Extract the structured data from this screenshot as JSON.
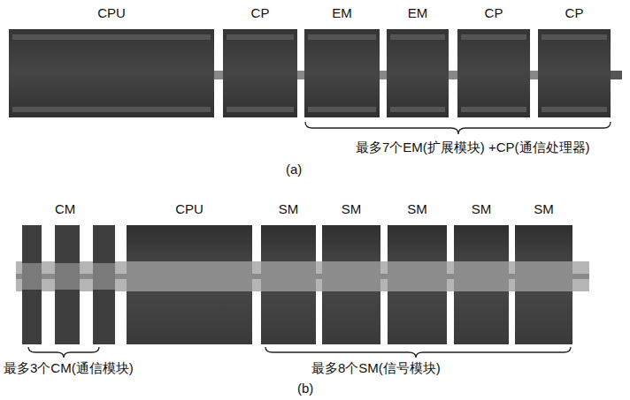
{
  "diagram": {
    "nodes": [
      {
        "text": [
          "CPU"
        ]
      },
      {
        "text": [
          "CP"
        ]
      },
      {
        "text": [
          "EM"
        ]
      },
      {
        "text": [
          "EM"
        ]
      },
      {
        "text": [
          "CP"
        ]
      },
      {
        "text": [
          "CP"
        ]
      },
      {
        "text": [
          "CPU"
        ]
      },
      {
        "text": [
          "SM"
        ]
      },
      {
        "text": [
          "SM"
        ]
      },
      {
        "text": [
          "SM"
        ]
      },
      {
        "text": [
          "SM"
        ]
      },
      {
        "text": [
          "SM"
        ]
      }
    ],
    "labels": [
      "最多7个EM(扩展模块) +CP(通信处理器)",
      "(a)",
      "CM",
      "最多3个CM(通信模块)",
      "最多8个SM(信号模块)",
      "(b)"
    ]
  }
}
